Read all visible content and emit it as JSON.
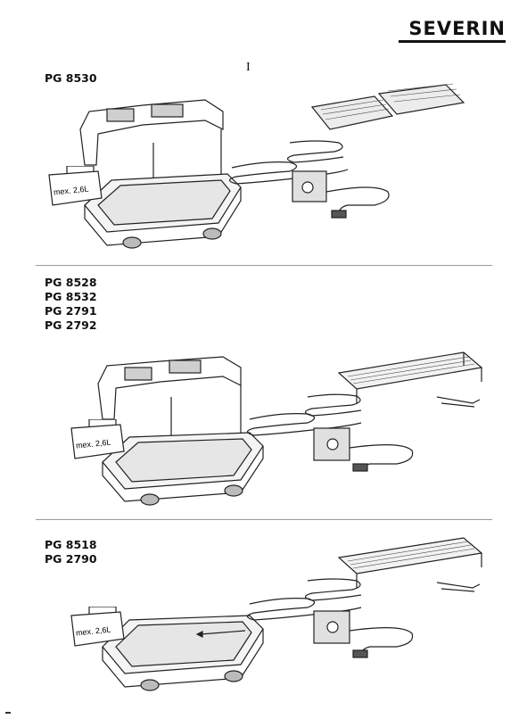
{
  "brand": "SEVERIN",
  "roman_numeral": "I",
  "sections": [
    {
      "models": [
        "PG 8530"
      ],
      "container_label": "mex. 2,6L"
    },
    {
      "models": [
        "PG 8528",
        "PG 8532",
        "PG 2791",
        "PG 2792"
      ],
      "container_label": "mex. 2,6L"
    },
    {
      "models": [
        "PG 8518",
        "PG 2790"
      ],
      "container_label": "mex. 2,6L"
    }
  ]
}
